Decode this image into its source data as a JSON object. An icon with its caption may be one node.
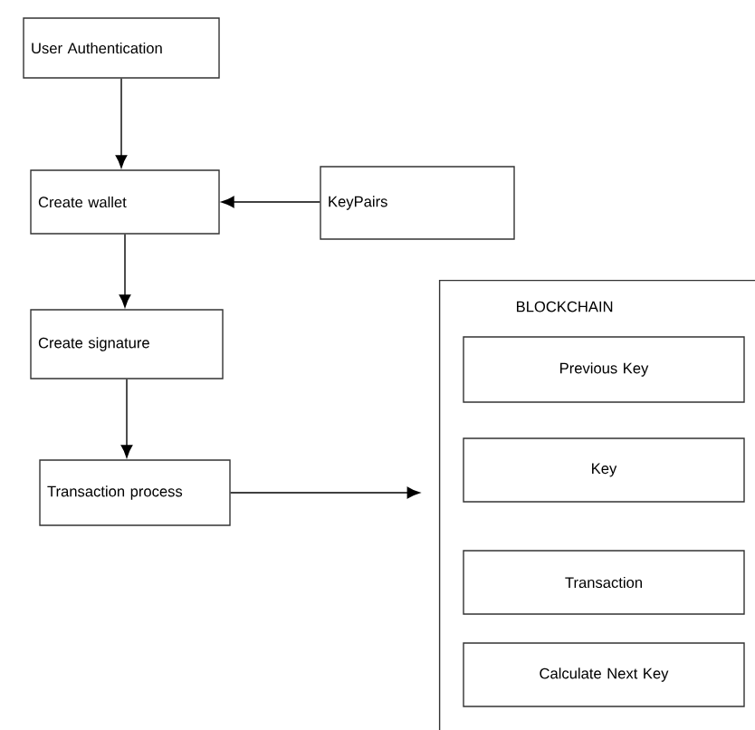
{
  "diagram": {
    "nodes": [
      {
        "text": [
          "User Authentication"
        ]
      },
      {
        "text": [
          "Create wallet"
        ]
      },
      {
        "text": [
          "KeyPairs"
        ]
      },
      {
        "text": [
          "Create signature"
        ]
      },
      {
        "text": [
          "Transaction process"
        ]
      },
      {
        "text": [
          "BLOCKCHAIN"
        ]
      },
      {
        "text": [
          "Previous Key"
        ],
        "in": 5
      },
      {
        "text": [
          "Key"
        ],
        "in": 5
      },
      {
        "text": [
          "Transaction"
        ],
        "in": 5
      },
      {
        "text": [
          "Calculate Next Key"
        ],
        "in": 5
      }
    ],
    "edges": [
      {
        "from": 0,
        "to": 1,
        "arrow": "to"
      },
      {
        "from": 2,
        "to": 1,
        "arrow": "to"
      },
      {
        "from": 1,
        "to": 3,
        "arrow": "to"
      },
      {
        "from": 3,
        "to": 4,
        "arrow": "to"
      },
      {
        "from": 4,
        "to": 5,
        "arrow": "to"
      }
    ]
  }
}
